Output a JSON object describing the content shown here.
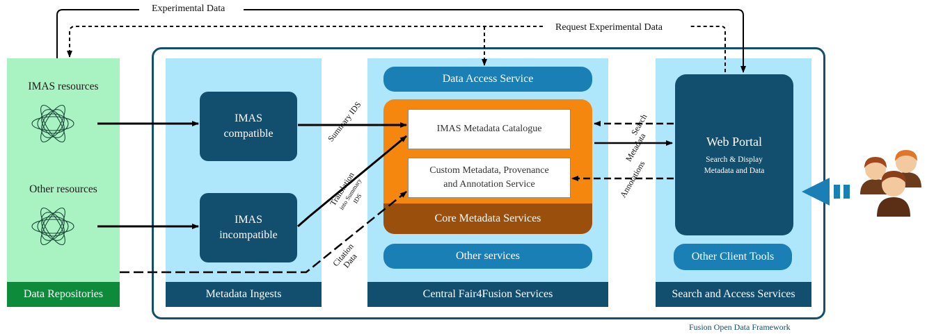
{
  "top_flows": {
    "experimental_data": "Experimental Data",
    "request_experimental_data": "Request Experimental Data"
  },
  "repositories": {
    "imas_resources": "IMAS resources",
    "other_resources": "Other resources",
    "footer": "Data Repositories"
  },
  "ingests": {
    "imas_compatible_line1": "IMAS",
    "imas_compatible_line2": "compatible",
    "imas_incompatible_line1": "IMAS",
    "imas_incompatible_line2": "incompatible",
    "footer": "Metadata Ingests"
  },
  "central": {
    "data_access_service": "Data Access Service",
    "metadata_catalogue": "IMAS Metadata Catalogue",
    "custom_metadata_line1": "Custom Metadata, Provenance",
    "custom_metadata_line2": "and Annotation Service",
    "core_services": "Core Metadata Services",
    "other_services": "Other services",
    "footer": "Central Fair4Fusion Services"
  },
  "search_access": {
    "web_portal": "Web Portal",
    "web_portal_sub1": "Search & Display",
    "web_portal_sub2": "Metadata and Data",
    "other_client_tools": "Other Client Tools",
    "footer": "Search and Access Services"
  },
  "arrow_labels": {
    "summary_ids": "Summary IDS",
    "translation": "Translation",
    "into_summary_ids": "into Summary",
    "ids": "IDS",
    "citation": "Citation",
    "data": "Data",
    "search": "Search",
    "metadata": "Metadata",
    "annotations": "Annotations"
  },
  "framework_label": "Fusion Open Data Framework",
  "colors": {
    "dark_blue": "#124e6e",
    "mid_blue": "#1a7fb5",
    "light_blue": "#aee6fb",
    "light_green": "#a9f2c2",
    "green": "#0e8a3b",
    "orange": "#f5870f",
    "brown": "#9a4f0d"
  }
}
